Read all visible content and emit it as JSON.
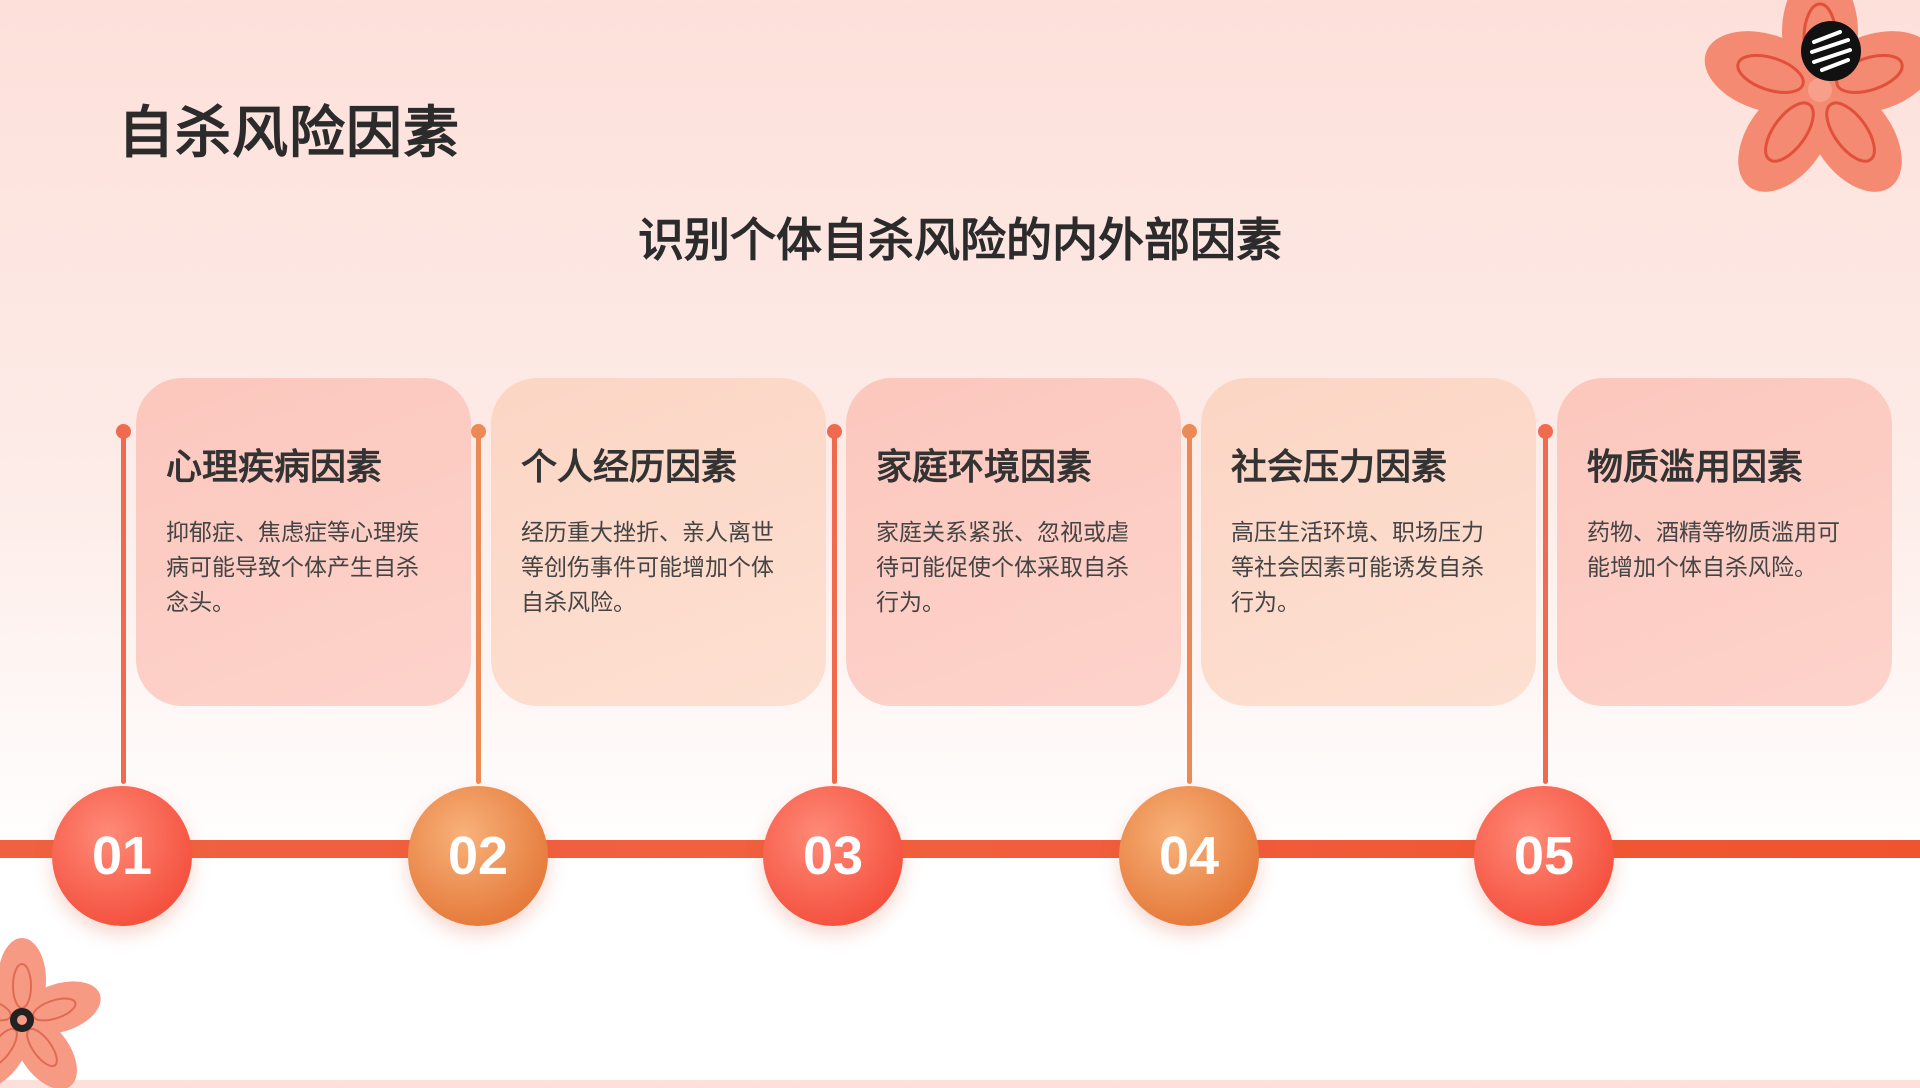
{
  "title": "自杀风险因素",
  "subtitle": "识别个体自杀风险的内外部因素",
  "colors": {
    "accent_red": "#f25f3d",
    "accent_orange": "#ec8a55",
    "card_pink": "#fcc7bd",
    "card_peach": "#fcd5c4",
    "title_text": "#2b2b2b"
  },
  "icons": {
    "logo": "striped-circle-logo-icon",
    "decoration": "flower-icon"
  },
  "steps": [
    {
      "number": "01",
      "title": "心理疾病因素",
      "text": "抑郁症、焦虑症等心理疾病可能导致个体产生自杀念头。"
    },
    {
      "number": "02",
      "title": "个人经历因素",
      "text": "经历重大挫折、亲人离世等创伤事件可能增加个体自杀风险。"
    },
    {
      "number": "03",
      "title": "家庭环境因素",
      "text": "家庭关系紧张、忽视或虐待可能促使个体采取自杀行为。"
    },
    {
      "number": "04",
      "title": "社会压力因素",
      "text": "高压生活环境、职场压力等社会因素可能诱发自杀行为。"
    },
    {
      "number": "05",
      "title": "物质滥用因素",
      "text": "药物、酒精等物质滥用可能增加个体自杀风险。"
    }
  ]
}
